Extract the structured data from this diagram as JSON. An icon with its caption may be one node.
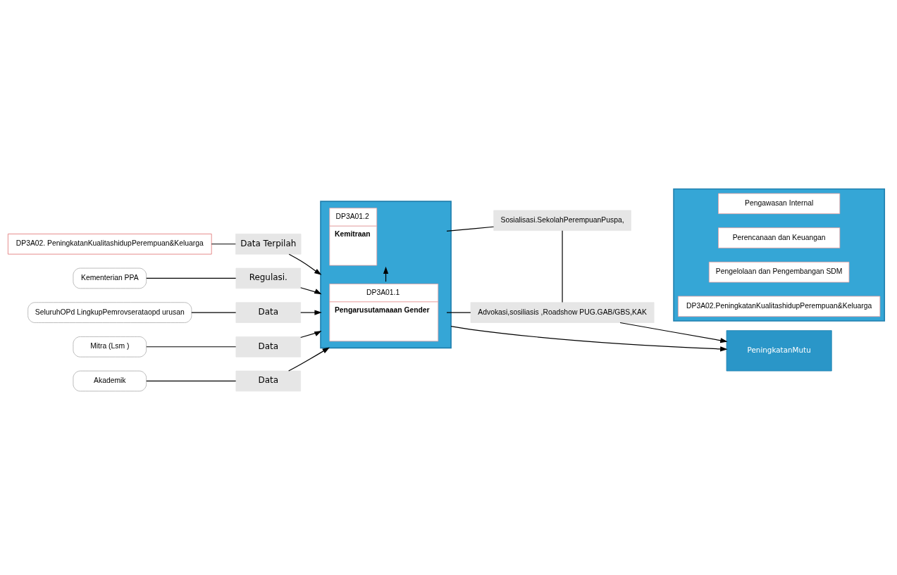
{
  "diagram": {
    "nodes": [
      {
        "text": [
          "DP3A02. PeningkatanKualitashidupPerempuan&Keluarga"
        ]
      },
      {
        "text": [
          "Data Terpilah"
        ]
      },
      {
        "text": [
          "Kementerian PPA"
        ]
      },
      {
        "text": [
          "Regulasi."
        ]
      },
      {
        "text": [
          "SeluruhOPd LingkupPemrovserataopd urusan"
        ]
      },
      {
        "text": [
          "Data"
        ]
      },
      {
        "text": [
          "Mitra (Lsm )"
        ]
      },
      {
        "text": [
          "Data"
        ]
      },
      {
        "text": [
          "Akademik"
        ]
      },
      {
        "text": [
          "Data"
        ]
      },
      {
        "text": [],
        "shape": "box"
      },
      {
        "text": [
          "DP3A01.1",
          "Pengarusutamaaan Gender"
        ],
        "in": 10
      },
      {
        "text": [
          "DP3A01.2",
          "Kemitraan"
        ],
        "in": 10
      },
      {
        "text": [
          "Advokasi,sosiliasis ,Roadshow PUG.GAB/GBS,KAK"
        ]
      },
      {
        "text": [
          "Sosialisasi.SekolahPerempuanPuspa,"
        ]
      },
      {
        "text": [],
        "shape": "box"
      },
      {
        "text": [
          "DP3A02.PeningkatanKualitashidupPerempuan&Keluarga"
        ],
        "in": 15
      },
      {
        "text": [
          "Pengelolaan dan Pengembangan SDM"
        ],
        "in": 15
      },
      {
        "text": [
          "Perencanaan dan Keuangan"
        ],
        "in": 15
      },
      {
        "text": [
          "Pengawasan Internal"
        ],
        "in": 15
      },
      {
        "text": [
          "PeningkatanMutu"
        ]
      }
    ],
    "edges": [
      {
        "from": 0,
        "to": 1,
        "arrow": "none"
      },
      {
        "from": 2,
        "to": 3,
        "arrow": "none"
      },
      {
        "from": 4,
        "to": 5,
        "arrow": "none"
      },
      {
        "from": 6,
        "to": 7,
        "arrow": "none"
      },
      {
        "from": 8,
        "to": 9,
        "arrow": "none"
      },
      {
        "from": 1,
        "to": 10,
        "arrow": "to"
      },
      {
        "from": 3,
        "to": 10,
        "arrow": "to"
      },
      {
        "from": 5,
        "to": 10,
        "arrow": "to"
      },
      {
        "from": 7,
        "to": 10,
        "arrow": "to"
      },
      {
        "from": 9,
        "to": 10,
        "arrow": "to"
      },
      {
        "from": 11,
        "to": 12,
        "arrow": "to"
      },
      {
        "from": 11,
        "to": 13,
        "arrow": "none"
      },
      {
        "from": 12,
        "to": 14,
        "arrow": "none"
      },
      {
        "from": 13,
        "to": 14,
        "arrow": "none"
      },
      {
        "from": 13,
        "to": 20,
        "arrow": "to"
      },
      {
        "from": 10,
        "to": 20,
        "arrow": "to"
      }
    ]
  }
}
